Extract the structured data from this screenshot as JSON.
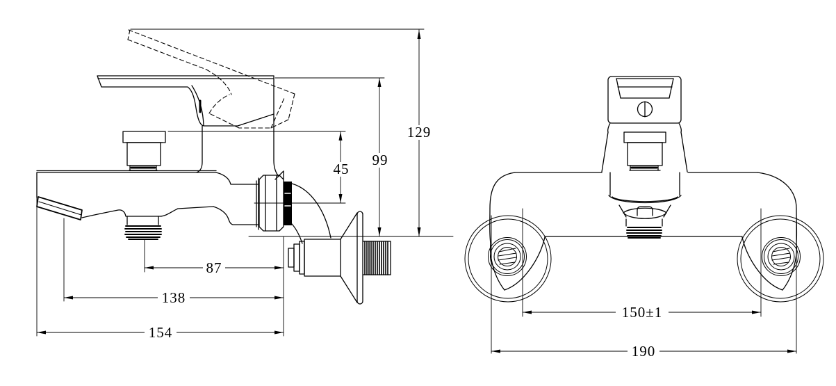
{
  "drawing": {
    "background_color": "#ffffff",
    "line_color": "#000000",
    "type": "faucet-installation-dimension-drawing",
    "side_view": {
      "name": "side-view",
      "dims": {
        "overall_height": "129",
        "handle_height": "99",
        "diverter_height": "45",
        "shower_outlet_to_wall": "87",
        "aerator_to_wall": "138",
        "spout_reach": "154"
      }
    },
    "front_view": {
      "name": "front-view",
      "dims": {
        "inlet_spacing": "150±1",
        "overall_width": "190"
      }
    }
  }
}
